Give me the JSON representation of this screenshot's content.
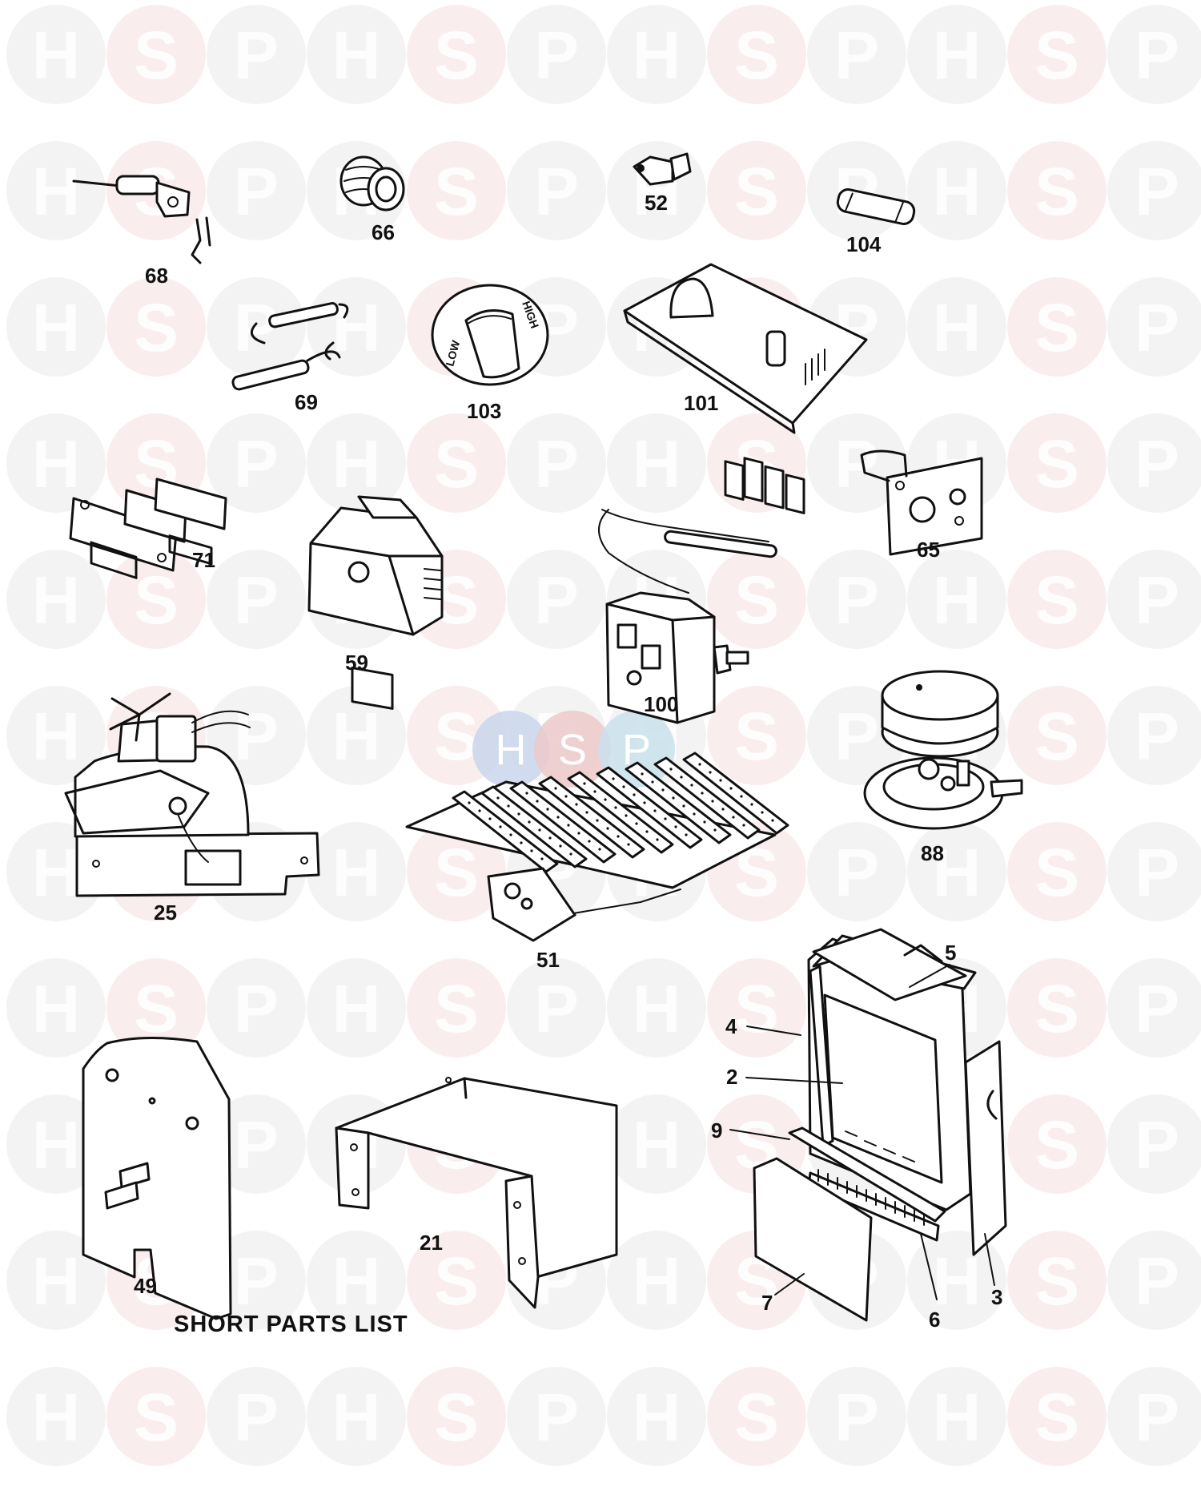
{
  "watermark": {
    "letters": [
      "H",
      "S",
      "P"
    ],
    "colors": {
      "H": "#e9e9e9",
      "S": "#f6dede",
      "P": "#e9e9e9"
    },
    "center_colors": {
      "H": "#c9d6ec",
      "S": "#ecc9c9",
      "P": "#c9e0ec"
    }
  },
  "diagram": {
    "title": "SHORT PARTS LIST",
    "parts": [
      {
        "id": "68",
        "label": "68"
      },
      {
        "id": "66",
        "label": "66"
      },
      {
        "id": "52",
        "label": "52"
      },
      {
        "id": "104",
        "label": "104"
      },
      {
        "id": "69",
        "label": "69"
      },
      {
        "id": "103",
        "label": "103"
      },
      {
        "id": "101",
        "label": "101"
      },
      {
        "id": "71",
        "label": "71"
      },
      {
        "id": "59",
        "label": "59"
      },
      {
        "id": "100",
        "label": "100"
      },
      {
        "id": "65",
        "label": "65"
      },
      {
        "id": "25",
        "label": "25"
      },
      {
        "id": "51",
        "label": "51"
      },
      {
        "id": "88",
        "label": "88"
      },
      {
        "id": "49",
        "label": "49"
      },
      {
        "id": "21",
        "label": "21"
      },
      {
        "id": "5",
        "label": "5"
      },
      {
        "id": "4",
        "label": "4"
      },
      {
        "id": "2",
        "label": "2"
      },
      {
        "id": "9",
        "label": "9"
      },
      {
        "id": "7",
        "label": "7"
      },
      {
        "id": "6",
        "label": "6"
      },
      {
        "id": "3",
        "label": "3"
      }
    ],
    "knob_text": {
      "low": "LOW",
      "high": "HIGH"
    }
  }
}
